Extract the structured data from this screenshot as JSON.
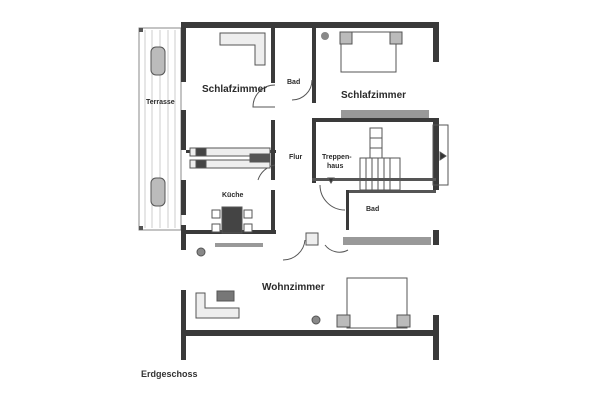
{
  "plan": {
    "caption": "Erdgeschoss",
    "rooms": {
      "terrace": "Terrasse",
      "bedroom_left": "Schlafzimmer",
      "bedroom_right": "Schlafzimmer",
      "bath_top": "Bad",
      "hall": "Flur",
      "stair_1": "Treppen-",
      "stair_2": "haus",
      "kitchen": "Küche",
      "bath_bottom": "Bad",
      "living": "Wohnzimmer"
    },
    "colors": {
      "wall": "#3a3a3a",
      "furniture": "#9a9a9a",
      "line": "#555555"
    }
  }
}
